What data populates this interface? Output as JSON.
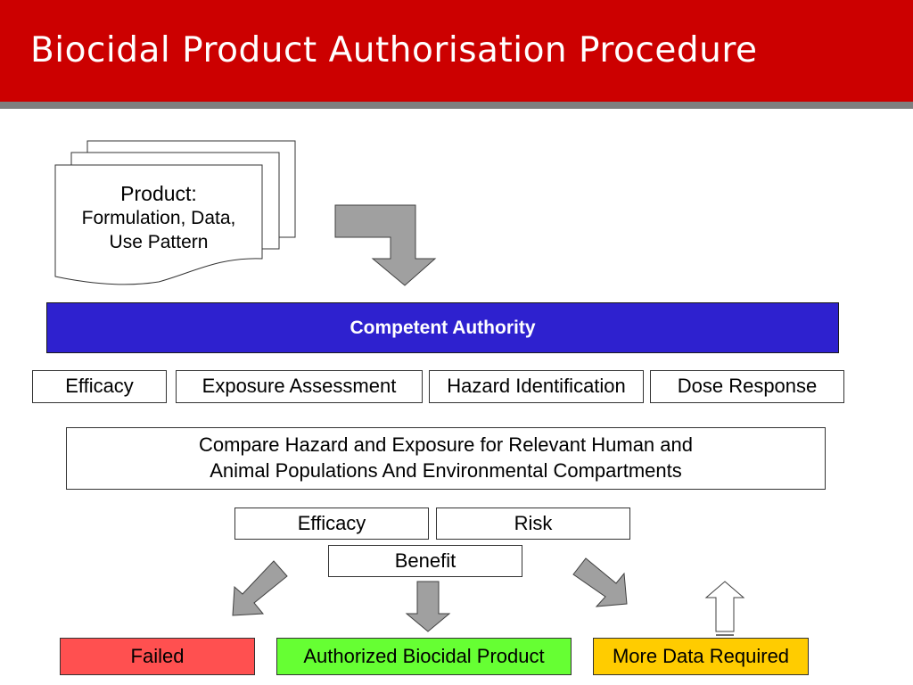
{
  "slide": {
    "title": "Biocidal Product Authorisation Procedure"
  },
  "document": {
    "heading": "Product:",
    "line1": "Formulation, Data,",
    "line2": "Use Pattern"
  },
  "authority": {
    "label": "Competent Authority"
  },
  "assessments": {
    "efficacy": "Efficacy",
    "exposure": "Exposure Assessment",
    "hazard": "Hazard Identification",
    "dose": "Dose Response"
  },
  "comparison": {
    "line1": "Compare Hazard and Exposure for Relevant Human and",
    "line2": "Animal Populations And Environmental Compartments"
  },
  "evaluation": {
    "efficacy": "Efficacy",
    "risk": "Risk",
    "benefit": "Benefit"
  },
  "outcomes": {
    "failed": "Failed",
    "authorized": "Authorized Biocidal Product",
    "more_data": "More Data Required"
  },
  "colors": {
    "title_bar": "#cc0000",
    "authority_banner": "#2e21cf",
    "failed": "#ff5050",
    "authorized": "#66ff33",
    "more_data": "#ffcc00",
    "arrow_fill": "#a0a0a0"
  }
}
